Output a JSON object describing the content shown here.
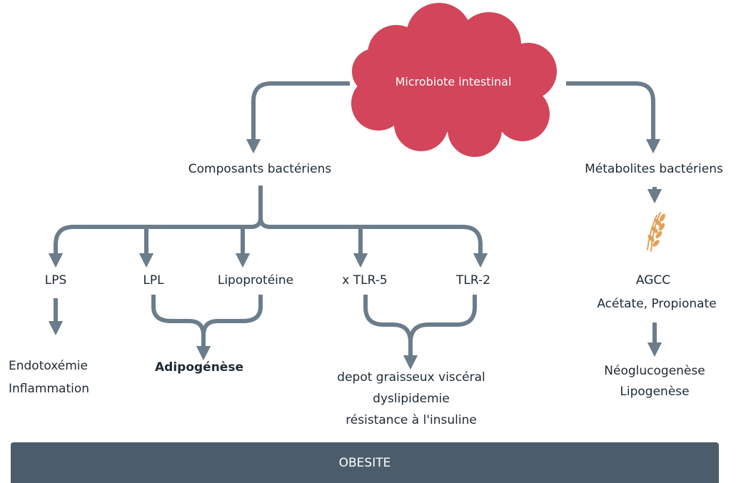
{
  "source": {
    "label": "Microbiote intestinal"
  },
  "branches": {
    "left": {
      "label": "Composants bactériens",
      "children": [
        {
          "label": "LPS",
          "outcome": [
            "Endotoxémie",
            "Inflammation"
          ]
        },
        {
          "label": "LPL"
        },
        {
          "label": "Lipoprotéine"
        },
        {
          "label": "x TLR-5"
        },
        {
          "label": "TLR-2"
        }
      ],
      "merge_outcomes": {
        "adipogenese": "Adipogénèse",
        "metabolic": [
          "depot graisseux viscéral",
          "dyslipidemie",
          "résistance à l'insuline"
        ]
      }
    },
    "right": {
      "label": "Métabolites bactériens",
      "image_icon": "grain-icon",
      "agcc": [
        "AGCC",
        "Acétate, Propionate"
      ],
      "outcome": [
        "Néoglucogenèse",
        "Lipogenèse"
      ]
    }
  },
  "footer": {
    "label": "OBESITE"
  },
  "colors": {
    "cloud": "#d2455a",
    "arrow": "#6b7d8b",
    "bar": "#4b5d6b",
    "grain": "#e0a15a"
  }
}
